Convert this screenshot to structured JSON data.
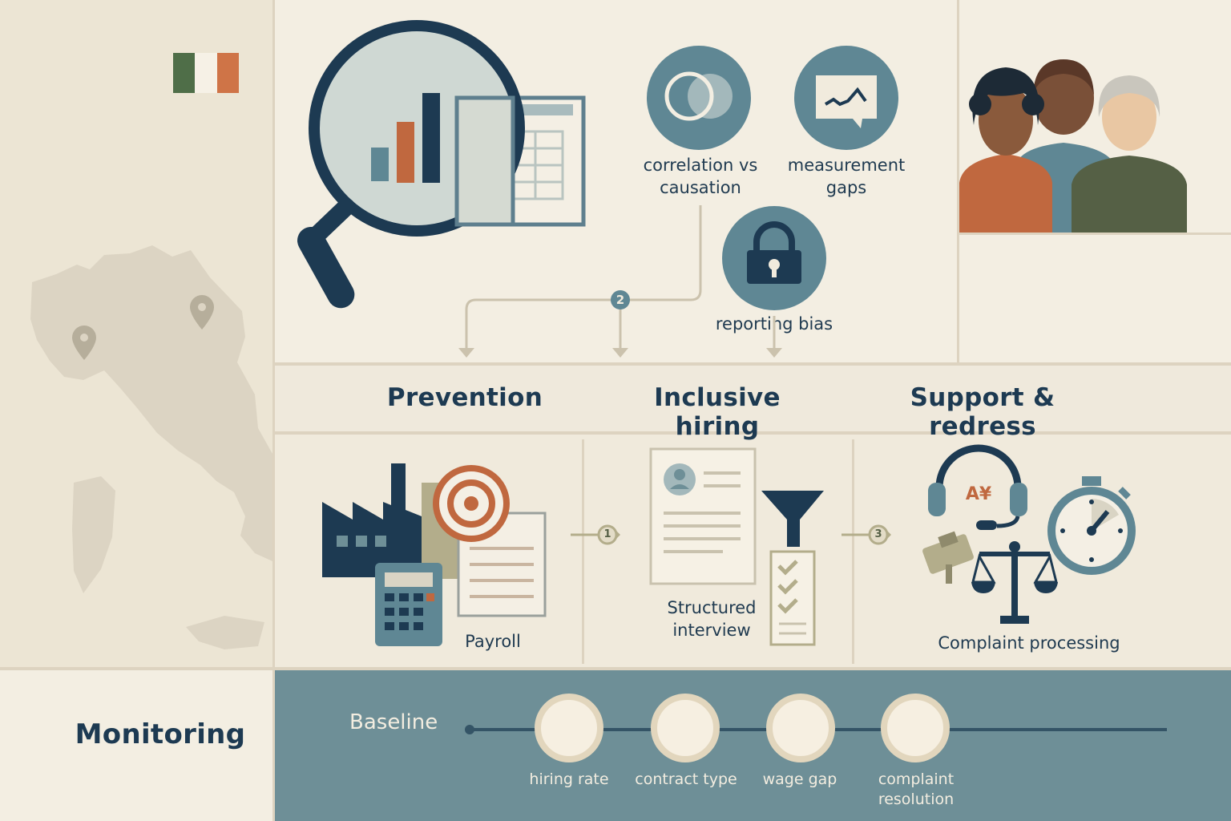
{
  "flag_colors": [
    "#4f6e48",
    "#f6f1e6",
    "#cf7447"
  ],
  "challenges": {
    "correlation": "correlation vs\ncausation",
    "measurement": "measurement\ngaps",
    "reporting": "reporting bias",
    "step_badge": "2"
  },
  "pillars": {
    "prevention": "Prevention",
    "inclusive_hiring": "Inclusive hiring",
    "support_redress": "Support & redress"
  },
  "tools": {
    "payroll": "Payroll",
    "structured_interview": "Structured\ninterview",
    "complaint_processing": "Complaint processing",
    "step1": "1",
    "step3": "3",
    "headset_text": "A¥"
  },
  "monitoring": {
    "title": "Monitoring",
    "baseline": "Baseline",
    "indicators": [
      "hiring rate",
      "contract type",
      "wage gap",
      "complaint\nresolution"
    ]
  },
  "colors": {
    "navy": "#1d3a52",
    "teal": "#5f8794",
    "rust": "#c0683f",
    "olive": "#556045",
    "khaki": "#b3ad8b",
    "cream": "#f1ebdd",
    "monitor_band": "#6e8f97"
  }
}
